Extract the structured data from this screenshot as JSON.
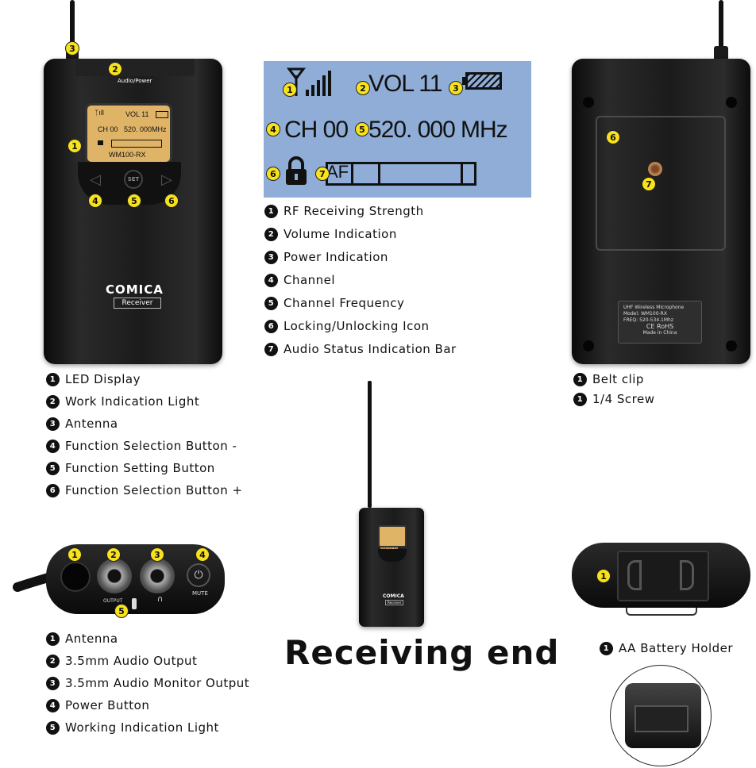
{
  "receiver_front": {
    "top_label": "Audio/Power",
    "lcd_vol": "VOL 11",
    "lcd_ch": "CH 00",
    "lcd_freq": "520. 000MHz",
    "model": "WM100-RX",
    "set_label": "SET",
    "brand": "COMICA",
    "brand_sub": "Receiver",
    "markers": [
      "1",
      "2",
      "3",
      "4",
      "5",
      "6"
    ]
  },
  "lcd_display": {
    "vol": "VOL 11",
    "ch": "CH 00",
    "freq_num": "520.  000",
    "freq_unit": "MHz",
    "af": "AF",
    "markers": [
      "1",
      "2",
      "3",
      "4",
      "5",
      "6",
      "7"
    ]
  },
  "lcd_legend": [
    {
      "num": "1",
      "label": "RF Receiving Strength"
    },
    {
      "num": "2",
      "label": "Volume Indication"
    },
    {
      "num": "3",
      "label": "Power Indication"
    },
    {
      "num": "4",
      "label": "Channel"
    },
    {
      "num": "5",
      "label": "Channel Frequency"
    },
    {
      "num": "6",
      "label": "Locking/Unlocking Icon"
    },
    {
      "num": "7",
      "label": "Audio Status Indication Bar"
    }
  ],
  "front_legend": [
    {
      "num": "1",
      "label": "LED Display"
    },
    {
      "num": "2",
      "label": "Work Indication Light"
    },
    {
      "num": "3",
      "label": "Antenna"
    },
    {
      "num": "4",
      "label": "Function Selection Button -"
    },
    {
      "num": "5",
      "label": "Function Setting Button"
    },
    {
      "num": "6",
      "label": "Function Selection Button +"
    }
  ],
  "receiver_back": {
    "label_lines": [
      "UHF Wireless Microphone",
      "Model: WM100-RX",
      "FREQ: 520-534.1Mhz",
      "CE RoHS",
      "Made in China"
    ],
    "markers": [
      "6",
      "7"
    ]
  },
  "back_legend": [
    {
      "num": "1",
      "label": "Belt clip"
    },
    {
      "num": "1",
      "label": "1/4 Screw"
    }
  ],
  "top_panel": {
    "output_label": "OUTPUT",
    "mute_label": "MUTE",
    "markers": [
      "1",
      "2",
      "3",
      "4",
      "5"
    ]
  },
  "top_legend": [
    {
      "num": "1",
      "label": "Antenna"
    },
    {
      "num": "2",
      "label": "3.5mm Audio Output"
    },
    {
      "num": "3",
      "label": "3.5mm Audio Monitor Output"
    },
    {
      "num": "4",
      "label": "Power Button"
    },
    {
      "num": "5",
      "label": "Working Indication Light"
    }
  ],
  "battery": {
    "marker": "1",
    "legend": {
      "num": "1",
      "label": "AA Battery Holder"
    }
  },
  "small_device": {
    "model": "WM100-RX",
    "brand": "COMICA",
    "brand_sub": "Receiver"
  },
  "title": "Receiving end"
}
